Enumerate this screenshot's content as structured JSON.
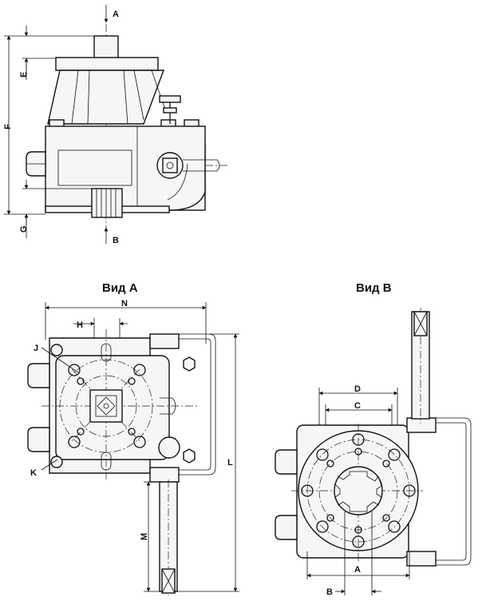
{
  "view_titles": {
    "view_a": "Вид А",
    "view_b": "Вид В"
  },
  "section_arrows": {
    "top": "A",
    "bottom": "B"
  },
  "dims_side": {
    "e": "E",
    "f": "F",
    "g": "G"
  },
  "dims_view_a": {
    "n": "N",
    "h": "H",
    "j": "J",
    "k": "K",
    "l": "L",
    "m": "M"
  },
  "dims_view_b": {
    "d": "D",
    "c": "C",
    "a": "A",
    "b": "B"
  }
}
